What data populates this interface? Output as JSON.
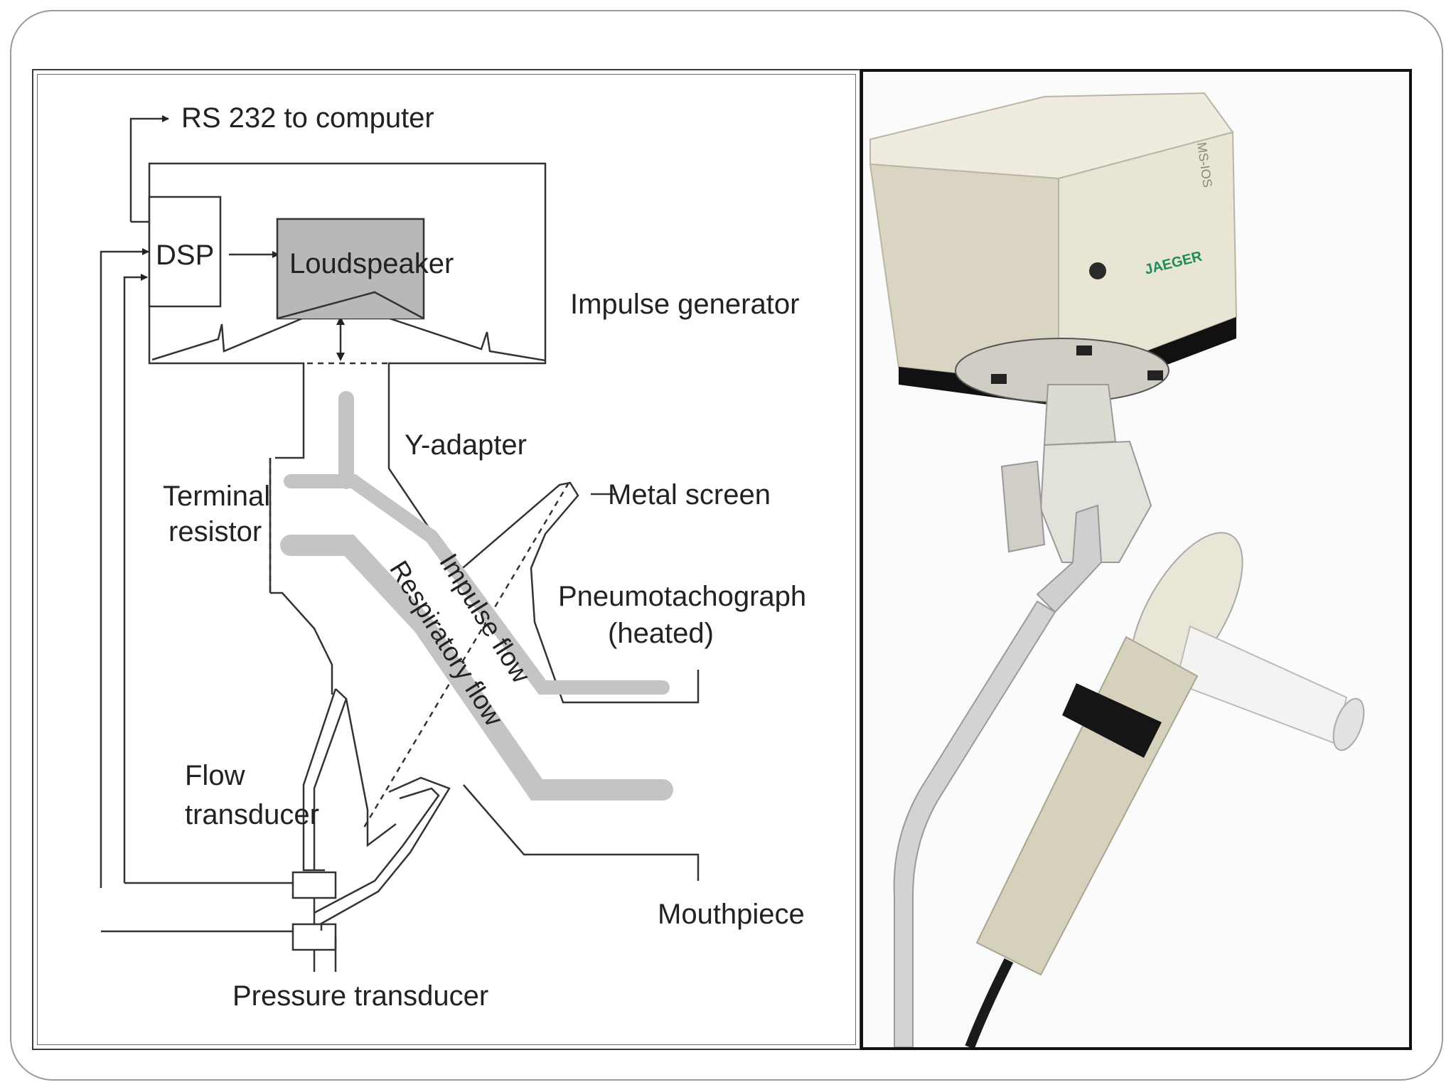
{
  "diagram": {
    "rs232_label": "RS 232 to computer",
    "dsp_label": "DSP",
    "loudspeaker_label": "Loudspeaker",
    "impulse_generator_label": "Impulse generator",
    "y_adapter_label": "Y-adapter",
    "terminal_resistor_label_line1": "Terminal",
    "terminal_resistor_label_line2": "resistor",
    "metal_screen_label": "Metal screen",
    "impulse_flow_label": "Impulse flow",
    "respiratory_flow_label": "Respiratory flow",
    "pneumotachograph_label_line1": "Pneumotachograph",
    "pneumotachograph_label_line2": "(heated)",
    "flow_transducer_label_line1": "Flow",
    "flow_transducer_label_line2": "transducer",
    "mouthpiece_label": "Mouthpiece",
    "pressure_transducer_label": "Pressure transducer"
  },
  "device_photo": {
    "model_text": "MS-IOS",
    "brand_text": "JAEGER",
    "colors": {
      "housing": "#e9e6d6",
      "base": "#111111",
      "brand": "#1f8a5a"
    }
  },
  "colors": {
    "frame": "#9a9a9a",
    "line": "#333333",
    "gray_fill": "#b5b5b5",
    "light_gray": "#c8c8c8"
  }
}
